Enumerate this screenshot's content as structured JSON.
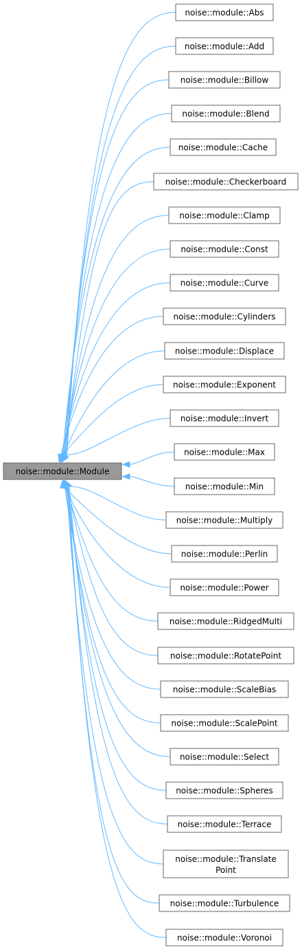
{
  "diagram": {
    "base": {
      "label": "noise::module::Module",
      "fill": "#999999",
      "stroke": "#666666"
    },
    "edge_color": "#63b8ff",
    "classes": [
      {
        "label": "noise::module::Abs"
      },
      {
        "label": "noise::module::Add"
      },
      {
        "label": "noise::module::Billow"
      },
      {
        "label": "noise::module::Blend"
      },
      {
        "label": "noise::module::Cache"
      },
      {
        "label": "noise::module::Checkerboard"
      },
      {
        "label": "noise::module::Clamp"
      },
      {
        "label": "noise::module::Const"
      },
      {
        "label": "noise::module::Curve"
      },
      {
        "label": "noise::module::Cylinders"
      },
      {
        "label": "noise::module::Displace"
      },
      {
        "label": "noise::module::Exponent"
      },
      {
        "label": "noise::module::Invert"
      },
      {
        "label": "noise::module::Max"
      },
      {
        "label": "noise::module::Min"
      },
      {
        "label": "noise::module::Multiply"
      },
      {
        "label": "noise::module::Perlin"
      },
      {
        "label": "noise::module::Power"
      },
      {
        "label": "noise::module::RidgedMulti"
      },
      {
        "label": "noise::module::RotatePoint"
      },
      {
        "label": "noise::module::ScaleBias"
      },
      {
        "label": "noise::module::ScalePoint"
      },
      {
        "label": "noise::module::Select"
      },
      {
        "label": "noise::module::Spheres"
      },
      {
        "label": "noise::module::Terrace"
      },
      {
        "label": "noise::module::Translate",
        "label2": "Point"
      },
      {
        "label": "noise::module::Turbulence"
      },
      {
        "label": "noise::module::Voronoi"
      }
    ]
  }
}
